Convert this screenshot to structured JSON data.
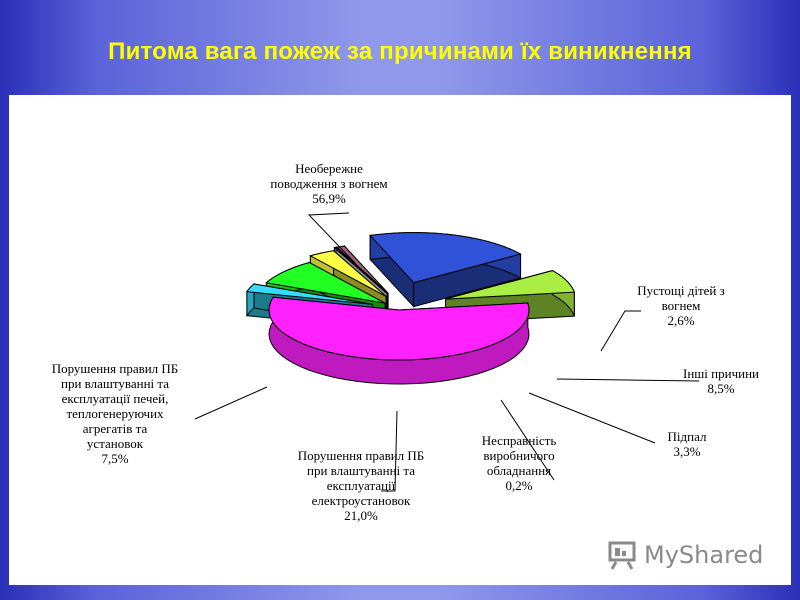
{
  "title": "Питома вага пожеж за причинами їх виникнення",
  "watermark": {
    "text": "MyShared",
    "icon": "presentation-board-icon"
  },
  "chart_data": {
    "type": "pie",
    "title": "Питома вага пожеж за причинами їх виникнення",
    "unit": "%",
    "slices": [
      {
        "label": [
          "Необережне",
          "поводження з вогнем",
          "56,9%"
        ],
        "value": 56.9,
        "color": "#ff22ff"
      },
      {
        "label": [
          "Пустощі дітей з",
          "вогнем",
          "2,6%"
        ],
        "value": 2.6,
        "color": "#33ddff"
      },
      {
        "label": [
          "Інші причини",
          "8,5%"
        ],
        "value": 8.5,
        "color": "#22ff22"
      },
      {
        "label": [
          "Підпал",
          "3,3%"
        ],
        "value": 3.3,
        "color": "#ffff44"
      },
      {
        "label": [
          "Несправність",
          "виробничого",
          "обладнання",
          "0,2%"
        ],
        "value": 0.2,
        "color": "#ffffff"
      },
      {
        "label": [
          "Несправність",
          "виробничого",
          "обладнання"
        ],
        "value": 1.0,
        "color": "#a06080",
        "hidden_label": true
      },
      {
        "label": [
          "Порушення правил ПБ",
          "при влаштуванні та",
          "експлуатації",
          "електроустановок",
          "21,0%"
        ],
        "value": 21.0,
        "color": "#2f52d8"
      },
      {
        "label": [
          "Порушення правил ПБ",
          "при влаштуванні та",
          "експлуатації печей,",
          "теплогенеруючих",
          "агрегатів та",
          "установок",
          "7,5%"
        ],
        "value": 7.5,
        "color": "#aaee44"
      }
    ],
    "colors": {
      "magenta": "#ff22ff",
      "cyan": "#33ddff",
      "green": "#22ff22",
      "yellow": "#ffff44",
      "white": "#ffffff",
      "mauve": "#a06080",
      "blue": "#2f52d8",
      "lime": "#aaee44"
    }
  }
}
